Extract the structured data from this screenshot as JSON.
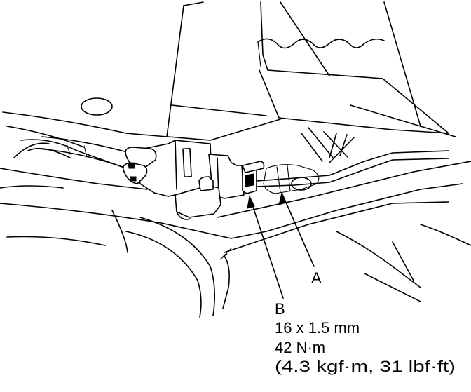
{
  "callouts": {
    "a": {
      "letter": "A"
    },
    "b": {
      "letter": "B",
      "size": "16 x 1.5 mm",
      "torque": "42 N·m",
      "torque_alt": "(4.3 kgf·m, 31 lbf·ft)"
    }
  },
  "colors": {
    "line": "#000000",
    "background": "#ffffff"
  }
}
